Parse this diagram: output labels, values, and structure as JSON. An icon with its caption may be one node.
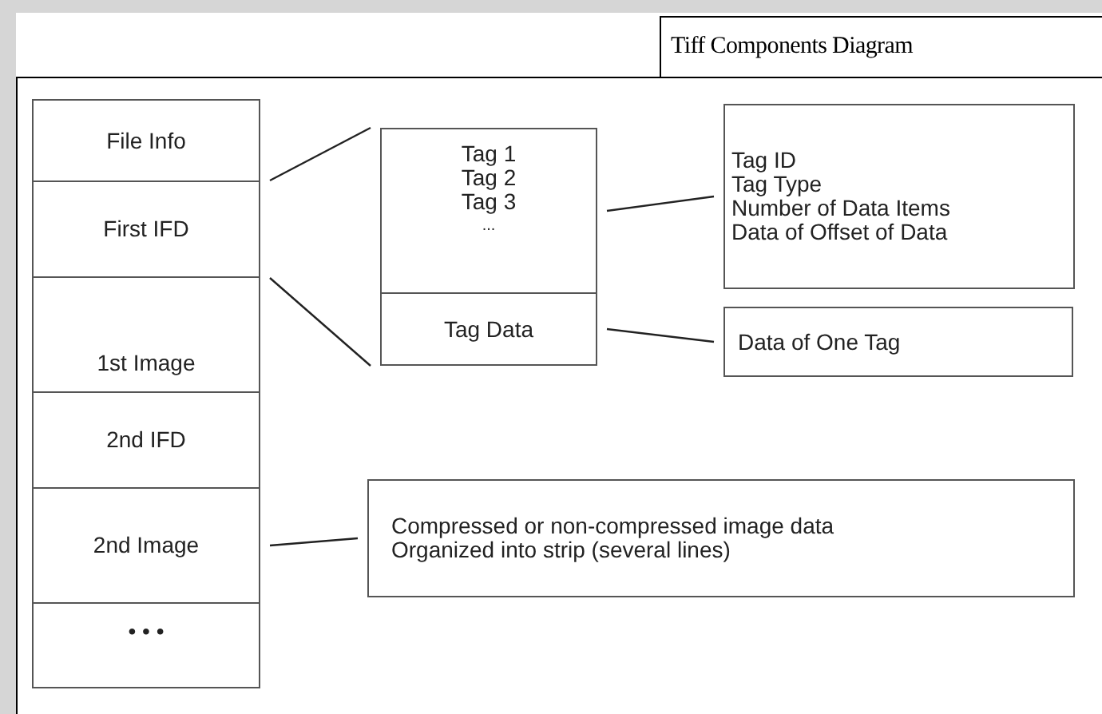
{
  "diagram": {
    "title": "Tiff Components Diagram",
    "nodes": [
      {
        "text": [
          "File Info"
        ]
      },
      {
        "text": [
          "First IFD"
        ]
      },
      {
        "text": [
          "1st Image"
        ]
      },
      {
        "text": [
          "2nd IFD"
        ]
      },
      {
        "text": [
          "2nd Image"
        ]
      },
      {
        "text": [
          "• • •"
        ]
      },
      {
        "text": [
          "Tag 1",
          "Tag 2",
          "Tag 3",
          "..."
        ]
      },
      {
        "text": [
          "Tag Data"
        ]
      },
      {
        "text": [
          "Tag ID",
          "Tag Type",
          "Number of Data Items",
          "Data of Offset of Data"
        ]
      },
      {
        "text": [
          "Data of One Tag"
        ]
      },
      {
        "text": [
          "Compressed or non-compressed image data",
          "Organized into strip (several lines)"
        ]
      }
    ],
    "edges": [
      {
        "from": 1,
        "to": 6,
        "arrow": "none"
      },
      {
        "from": 1,
        "to": 7,
        "arrow": "none"
      },
      {
        "from": 6,
        "to": 8,
        "arrow": "none"
      },
      {
        "from": 7,
        "to": 9,
        "arrow": "none"
      },
      {
        "from": 4,
        "to": 10,
        "arrow": "none"
      }
    ]
  }
}
